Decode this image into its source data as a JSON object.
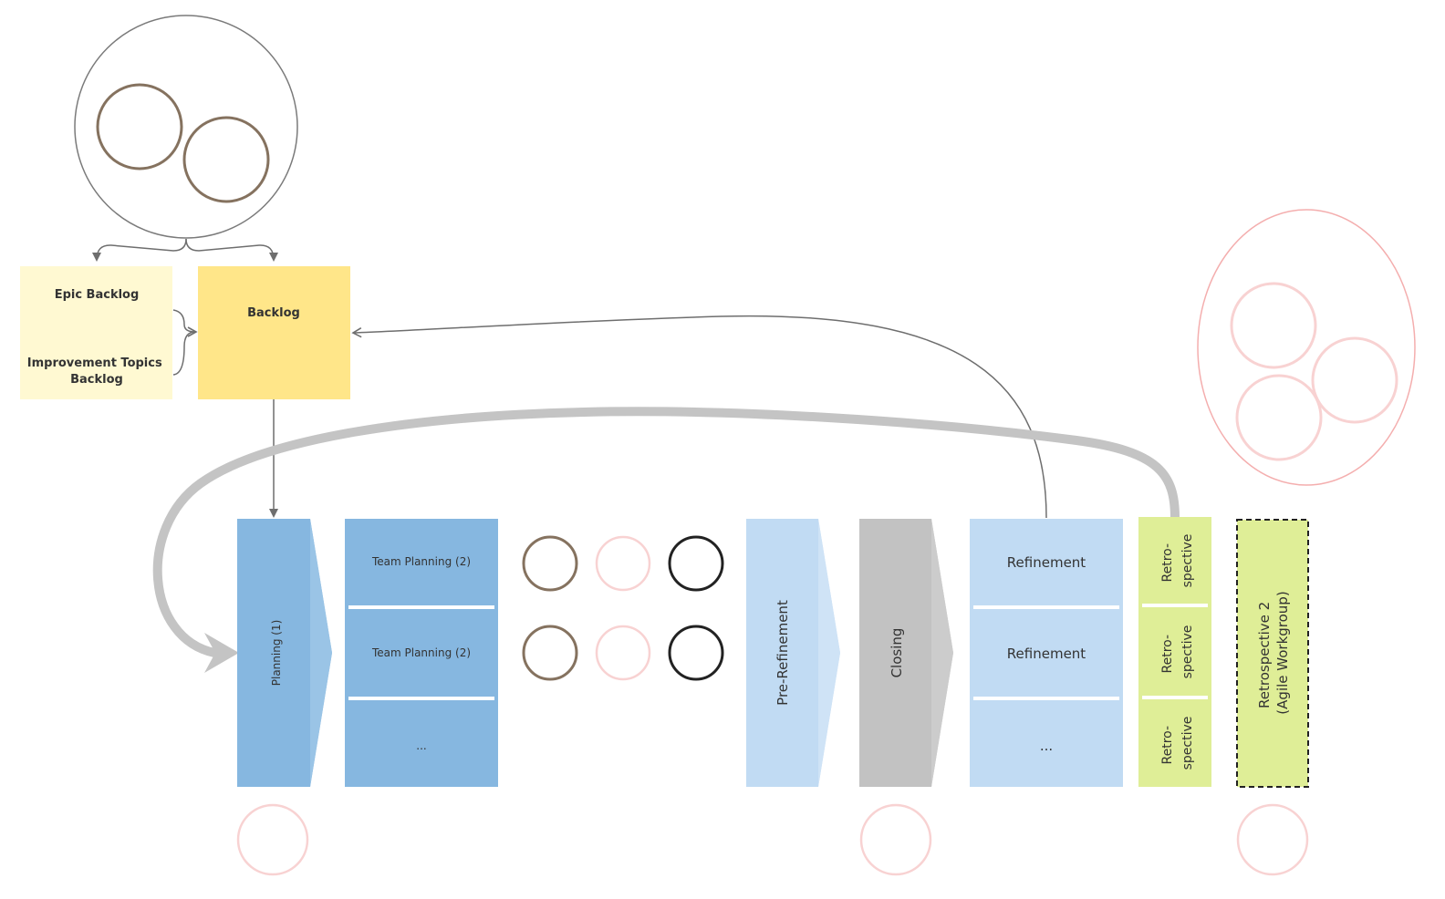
{
  "backlogs": {
    "epic_backlog": "Epic Backlog",
    "improvement_topics_backlog": [
      "Improvement Topics",
      "Backlog"
    ],
    "backlog": "Backlog"
  },
  "sprint": {
    "planning_1": "Planning (1)",
    "team_planning": [
      "Team Planning (2)",
      "Team Planning (2)",
      "..."
    ],
    "pre_refinement": "Pre-Refinement",
    "closing": "Closing",
    "refinement": [
      "Refinement",
      "Refinement",
      "..."
    ],
    "retrospective": [
      [
        "Retro-",
        "spective"
      ],
      [
        "Retro-",
        "spective"
      ],
      [
        "Retro-",
        "spective"
      ]
    ],
    "retrospective_2": [
      "Retrospective 2",
      "(Agile Workgroup)"
    ]
  },
  "colors": {
    "epic_box": "#FFF9D2",
    "backlog_box": "#FFE689",
    "planning_blue": "#86B7E0",
    "light_blue": "#C1DBF3",
    "closing_gray": "#C2C2C2",
    "retro_green": "#DFEE97",
    "brown_circle": "#85725F",
    "pink_circle": "#F8D2D2",
    "pink_oval": "#F4AEAE",
    "black_circle": "#222222",
    "arrow_gray": "#6E6E6E",
    "loop_gray": "#C4C4C4"
  }
}
